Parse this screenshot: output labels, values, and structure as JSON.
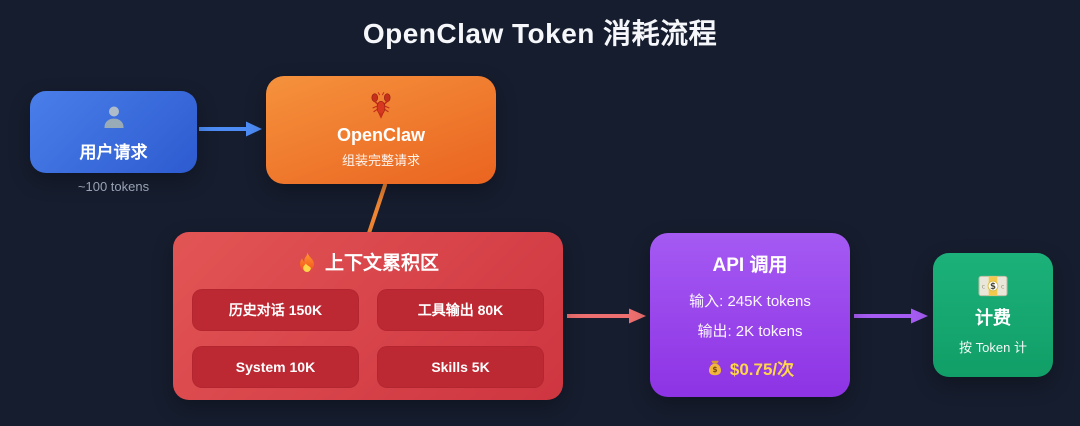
{
  "title": "OpenClaw Token 消耗流程",
  "background": "#161d2e",
  "nodes": {
    "user": {
      "label": "用户请求",
      "caption": "~100 tokens",
      "icon": "user-icon",
      "color": "#3b6bdd"
    },
    "openclaw": {
      "label": "OpenClaw",
      "subtitle": "组装完整请求",
      "icon": "lobster-icon",
      "color": "#ef7b2e"
    },
    "context": {
      "title": "上下文累积区",
      "icon": "fire-icon",
      "color": "#d8444b",
      "chip_color": "#bd2933",
      "items": [
        "历史对话 150K",
        "工具输出 80K",
        "System 10K",
        "Skills 5K"
      ]
    },
    "api": {
      "title": "API 调用",
      "lines": [
        "输入: 245K tokens",
        "输出: 2K tokens"
      ],
      "cost": "$0.75/次",
      "cost_icon": "money-bag-icon",
      "cost_color": "#ffd54a",
      "color": "#9b45ee"
    },
    "billing": {
      "title": "计费",
      "subtitle": "按 Token 计",
      "icon": "banknote-icon",
      "color": "#16a572"
    }
  },
  "connectors": [
    {
      "from": "user",
      "to": "openclaw",
      "color": "#4d8cf5"
    },
    {
      "from": "openclaw",
      "to": "context",
      "color": "#f08633"
    },
    {
      "from": "context",
      "to": "api",
      "color": "#ed6f6f"
    },
    {
      "from": "api",
      "to": "billing",
      "color": "#a55cf2"
    }
  ]
}
